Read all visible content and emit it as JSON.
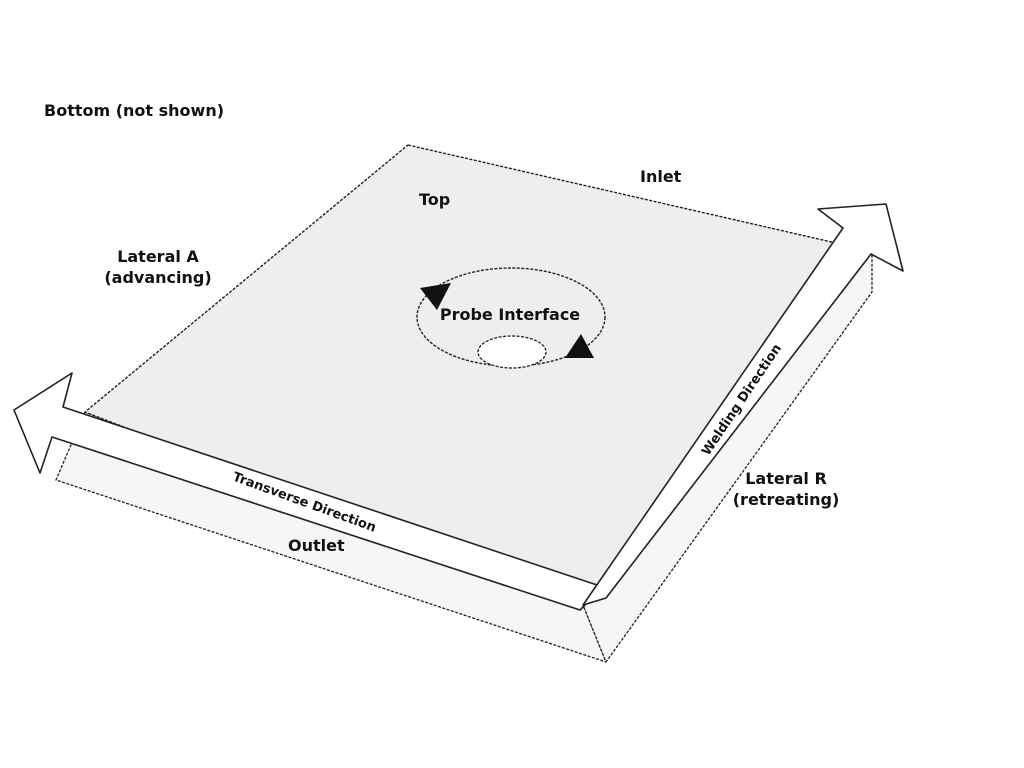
{
  "labels": {
    "bottom_note": "Bottom (not shown)",
    "top": "Top",
    "inlet": "Inlet",
    "outlet": "Outlet",
    "lateral_a_line1": "Lateral A",
    "lateral_a_line2": "(advancing)",
    "lateral_r_line1": "Lateral R",
    "lateral_r_line2": "(retreating)",
    "probe_interface": "Probe Interface",
    "transverse_direction": "Transverse Direction",
    "welding_direction": "Welding Direction"
  },
  "colors": {
    "top_face": "#eeeeee",
    "side_face": "#f6f6f6",
    "arrow_fill": "#ffffff",
    "outline": "#222222",
    "rotation_marker": "#111111"
  }
}
